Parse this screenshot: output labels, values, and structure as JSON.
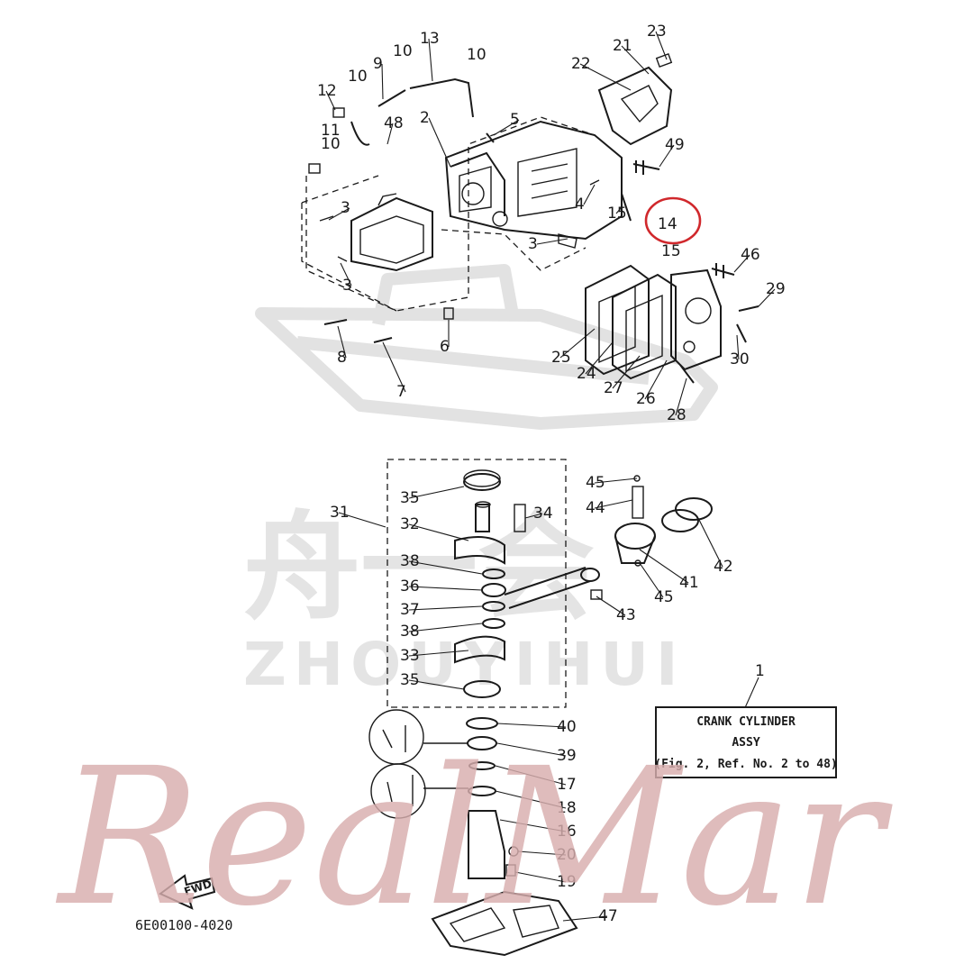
{
  "watermarks": {
    "brand_cn": "舟一会",
    "brand_en": "ZHOUYIHUI",
    "signature": "RealMar"
  },
  "callout": {
    "number": "1",
    "title": "CRANK CYLINDER",
    "subtitle": "ASSY",
    "reference": "(Fig. 2, Ref. No. 2 to 48)"
  },
  "direction_label": "FWD",
  "diagram_code": "6E00100-4020",
  "highlight": {
    "part": "14",
    "color": "#d0282c"
  },
  "labels": [
    {
      "id": "l23",
      "text": "23"
    },
    {
      "id": "l21",
      "text": "21"
    },
    {
      "id": "l22",
      "text": "22"
    },
    {
      "id": "l13",
      "text": "13"
    },
    {
      "id": "l10a",
      "text": "10"
    },
    {
      "id": "l10b",
      "text": "10"
    },
    {
      "id": "l10c",
      "text": "10"
    },
    {
      "id": "l10d",
      "text": "10"
    },
    {
      "id": "l9",
      "text": "9"
    },
    {
      "id": "l12",
      "text": "12"
    },
    {
      "id": "l11",
      "text": "11"
    },
    {
      "id": "l48",
      "text": "48"
    },
    {
      "id": "l2",
      "text": "2"
    },
    {
      "id": "l5",
      "text": "5"
    },
    {
      "id": "l49",
      "text": "49"
    },
    {
      "id": "l4",
      "text": "4"
    },
    {
      "id": "l15a",
      "text": "15"
    },
    {
      "id": "l15b",
      "text": "15"
    },
    {
      "id": "l3a",
      "text": "3"
    },
    {
      "id": "l3b",
      "text": "3"
    },
    {
      "id": "l3c",
      "text": "3"
    },
    {
      "id": "l46",
      "text": "46"
    },
    {
      "id": "l29",
      "text": "29"
    },
    {
      "id": "l8",
      "text": "8"
    },
    {
      "id": "l6",
      "text": "6"
    },
    {
      "id": "l7",
      "text": "7"
    },
    {
      "id": "l25",
      "text": "25"
    },
    {
      "id": "l24",
      "text": "24"
    },
    {
      "id": "l27",
      "text": "27"
    },
    {
      "id": "l26",
      "text": "26"
    },
    {
      "id": "l28",
      "text": "28"
    },
    {
      "id": "l30",
      "text": "30"
    },
    {
      "id": "l31",
      "text": "31"
    },
    {
      "id": "l35a",
      "text": "35"
    },
    {
      "id": "l32",
      "text": "32"
    },
    {
      "id": "l34",
      "text": "34"
    },
    {
      "id": "l38a",
      "text": "38"
    },
    {
      "id": "l36",
      "text": "36"
    },
    {
      "id": "l37",
      "text": "37"
    },
    {
      "id": "l38b",
      "text": "38"
    },
    {
      "id": "l33",
      "text": "33"
    },
    {
      "id": "l35b",
      "text": "35"
    },
    {
      "id": "l45a",
      "text": "45"
    },
    {
      "id": "l44",
      "text": "44"
    },
    {
      "id": "l42",
      "text": "42"
    },
    {
      "id": "l41",
      "text": "41"
    },
    {
      "id": "l45b",
      "text": "45"
    },
    {
      "id": "l43",
      "text": "43"
    },
    {
      "id": "l40",
      "text": "40"
    },
    {
      "id": "l39",
      "text": "39"
    },
    {
      "id": "l17",
      "text": "17"
    },
    {
      "id": "l18",
      "text": "18"
    },
    {
      "id": "l16",
      "text": "16"
    },
    {
      "id": "l20",
      "text": "20"
    },
    {
      "id": "l19",
      "text": "19"
    },
    {
      "id": "l47",
      "text": "47"
    }
  ]
}
